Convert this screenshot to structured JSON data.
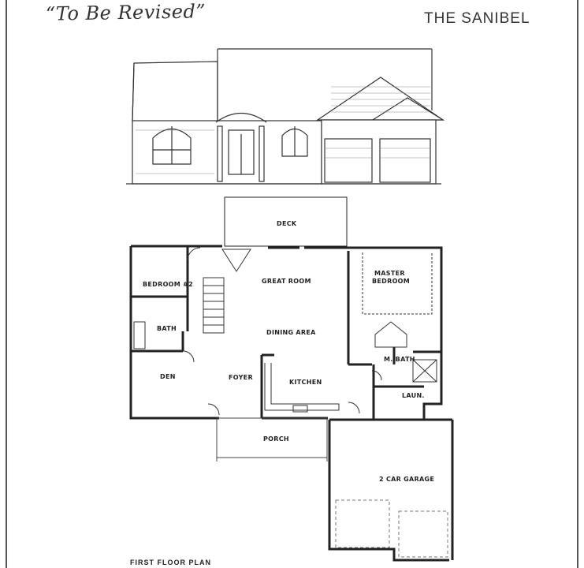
{
  "header": {
    "revision_note": "“To Be Revised”",
    "model_name": "THE SANIBEL"
  },
  "rooms": {
    "deck": "DECK",
    "great_room": "GREAT ROOM",
    "bedroom2": "BEDROOM #2",
    "bath": "BATH",
    "dining": "DINING AREA",
    "master_line1": "MASTER",
    "master_line2": "BEDROOM",
    "m_bath": "M. BATH",
    "den": "DEN",
    "foyer": "FOYER",
    "kitchen": "KITCHEN",
    "laundry": "LAUN.",
    "porch": "PORCH",
    "garage": "2 CAR GARAGE"
  },
  "footer": {
    "plan_title": "FIRST FLOOR PLAN"
  }
}
